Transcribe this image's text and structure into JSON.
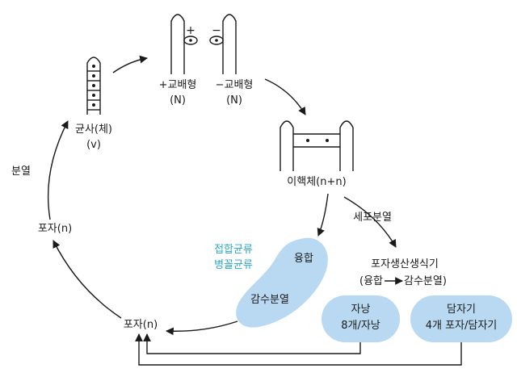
{
  "stages": {
    "haploid_hyphae": {
      "label": "균사(체)",
      "ploidy": "(v)"
    },
    "plus_mating": {
      "label": "+교배형",
      "ploidy": "(N)",
      "sign": "+"
    },
    "minus_mating": {
      "label": "−교배형",
      "ploidy": "(N)",
      "sign": "−"
    },
    "dikaryon": {
      "label": "이핵체(n+n)"
    },
    "spore_left": {
      "label": "포자(n)"
    },
    "spore_bottom": {
      "label": "포자(n)"
    }
  },
  "arrows": {
    "division": "분열",
    "cell_division": "세포분열"
  },
  "blob": {
    "side_labels": [
      "접합균류",
      "병꼴균류"
    ],
    "fusion": "융합",
    "meiosis": "감수분열",
    "color": "#b8d9f1"
  },
  "reproductive": {
    "title": "포자생산생식기",
    "sub_left": "(융합",
    "sub_right": "감수분열)"
  },
  "ascus": {
    "title": "자낭",
    "desc": "8개/자낭",
    "color": "#b8d9f1"
  },
  "basidium": {
    "title": "담자기",
    "desc": "4개 포자/담자기",
    "color": "#b8d9f1"
  },
  "colors": {
    "accent_text": "#29a8c6",
    "line": "#1a1a1a"
  }
}
